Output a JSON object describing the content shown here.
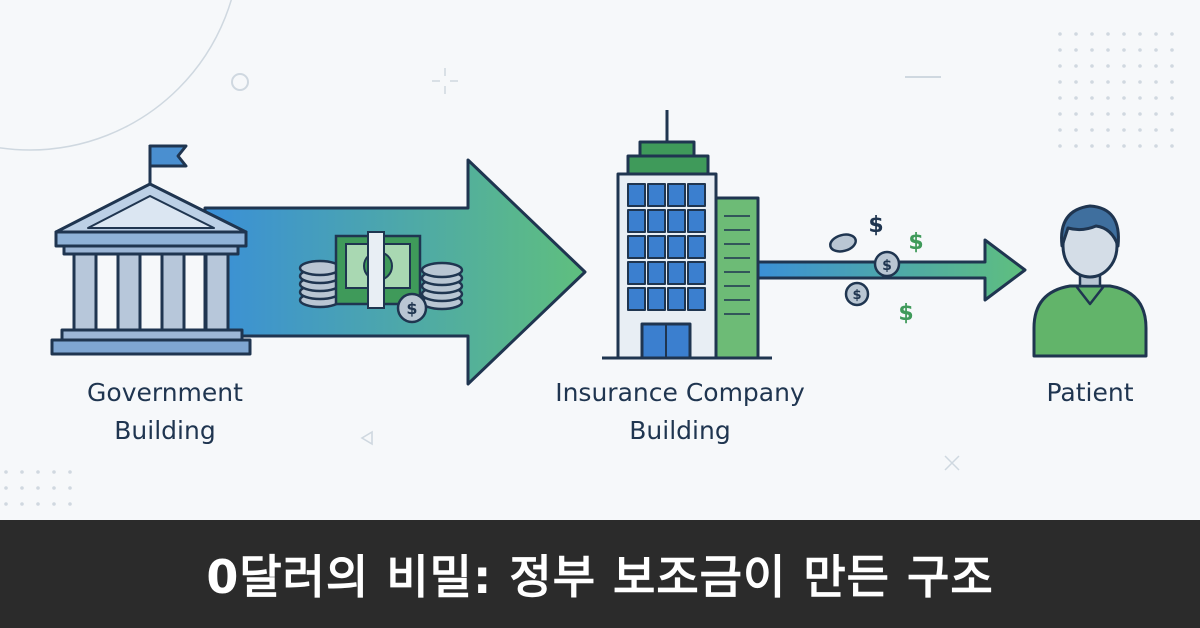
{
  "labels": {
    "government": [
      "Government",
      "Building"
    ],
    "insurance": [
      "Insurance Company",
      "Building"
    ],
    "patient": [
      "Patient"
    ]
  },
  "banner": {
    "title": "0달러의 비밀: 정부 보조금이 만든 구조",
    "background": "#2b2b2b"
  },
  "colors": {
    "navy": "#1f3550",
    "arrow_blue": "#3a8fd8",
    "arrow_green": "#5fbf7e",
    "money_green": "#3f9a5a",
    "patient_green": "#62b46a",
    "window_blue": "#3b7fcf"
  },
  "icons": [
    "government-building-icon",
    "money-stack-icon",
    "insurance-building-icon",
    "coin-icon",
    "dollar-sign-icon",
    "patient-icon",
    "flag-icon"
  ]
}
